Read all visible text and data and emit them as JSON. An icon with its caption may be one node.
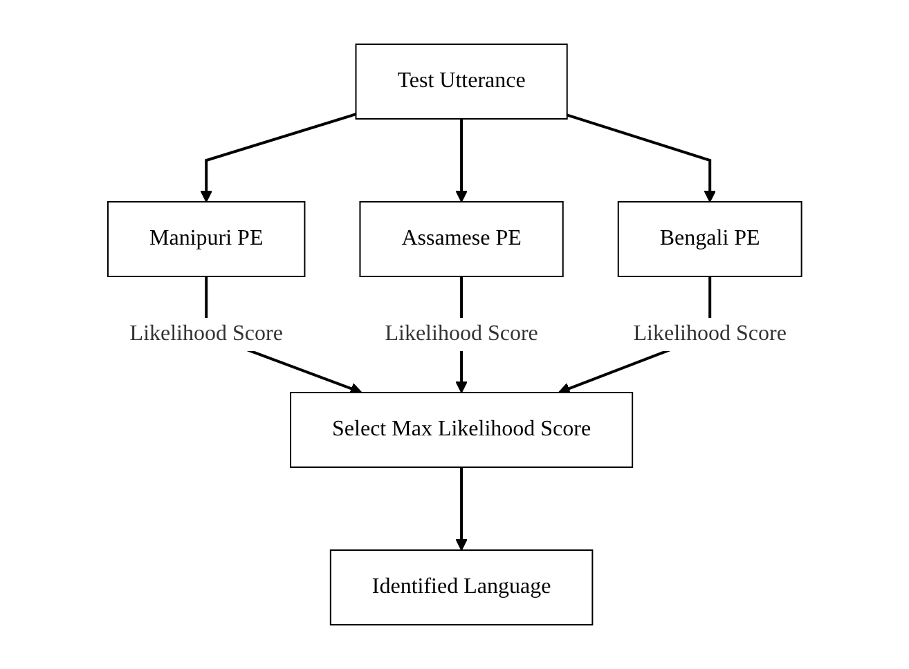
{
  "diagram": {
    "nodes": [
      {
        "text": [
          "Test Utterance"
        ]
      },
      {
        "text": [
          "Manipuri PE"
        ]
      },
      {
        "text": [
          "Assamese PE"
        ]
      },
      {
        "text": [
          "Bengali PE"
        ]
      },
      {
        "text": [
          "Select Max Likelihood Score"
        ]
      },
      {
        "text": [
          "Identified Language"
        ]
      }
    ],
    "edges": [
      {
        "from": 0,
        "to": 1,
        "arrow": "to"
      },
      {
        "from": 0,
        "to": 2,
        "arrow": "to"
      },
      {
        "from": 0,
        "to": 3,
        "arrow": "to"
      },
      {
        "from": 1,
        "to": 4,
        "arrow": "to",
        "label": "Likelihood Score"
      },
      {
        "from": 2,
        "to": 4,
        "arrow": "to",
        "label": "Likelihood Score"
      },
      {
        "from": 3,
        "to": 4,
        "arrow": "to",
        "label": "Likelihood Score"
      },
      {
        "from": 4,
        "to": 5,
        "arrow": "to"
      }
    ]
  }
}
